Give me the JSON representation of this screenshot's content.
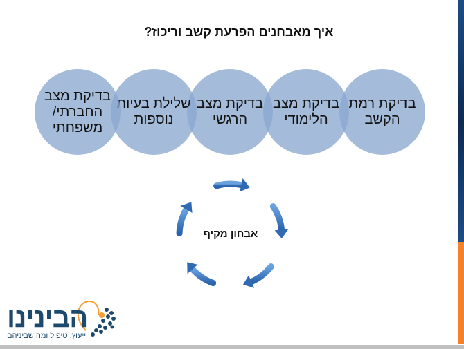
{
  "title": "איך מאבחנים הפרעת קשב וריכוז?",
  "circles": [
    {
      "label": "בדיקת רמת הקשב"
    },
    {
      "label": "בדיקת מצב הלימודי"
    },
    {
      "label": "בדיקת מצב הרגשי"
    },
    {
      "label": "שלילת בעיות נוספות"
    },
    {
      "label": "בדיקת מצב החברתי/ משפחתי"
    }
  ],
  "cycle": {
    "center_label": "אבחון מקיף",
    "arrow_count": 5
  },
  "logo": {
    "name": "הבינינו",
    "tagline": "ייעוץ, טיפול ומה שביניהם"
  },
  "colors": {
    "circle": "#8ca8d0",
    "arrow": "#3a78c0",
    "bar_blue": "#1d4c86",
    "bar_orange": "#f5822a"
  }
}
